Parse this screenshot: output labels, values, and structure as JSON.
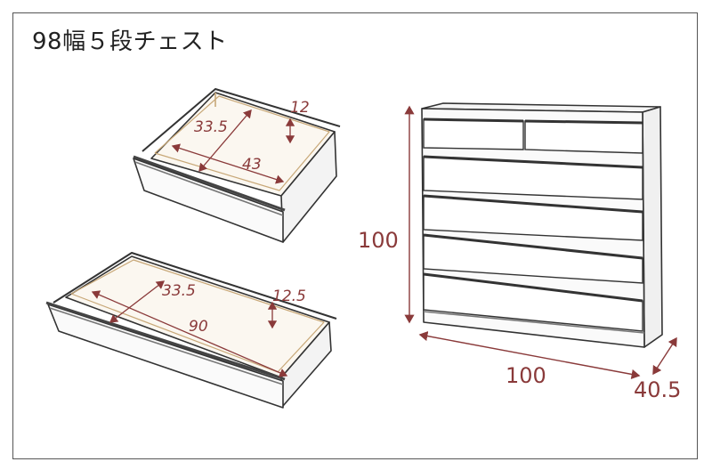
{
  "title": "98幅５段チェスト",
  "colors": {
    "dimension": "#8a3a3a",
    "outline": "#333333",
    "frame": "#555555"
  },
  "small_drawer": {
    "depth": "33.5",
    "width": "43",
    "height": "12"
  },
  "large_drawer": {
    "depth": "33.5",
    "width": "90",
    "height": "12.5"
  },
  "chest": {
    "height": "100",
    "width": "100",
    "depth": "40.5"
  }
}
